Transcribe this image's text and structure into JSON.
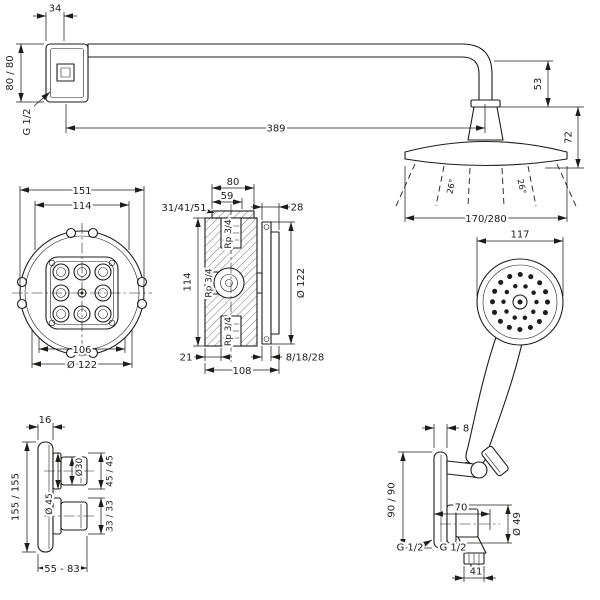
{
  "page": {
    "title": "Shower set dimension drawing",
    "background": "#ffffff",
    "line_color": "#1d1d1b"
  },
  "dimensions": {
    "arm": {
      "socket_width": "34",
      "plate": "80 / 80",
      "thread": "G 1/2",
      "projection": "389"
    },
    "head": {
      "drop": "53",
      "height": "72",
      "spray_angle_left": "26°",
      "spray_angle_right": "26°",
      "diameter": "170/280"
    },
    "ibox": {
      "outer_width": "151",
      "inner_width": "114",
      "cutout_width": "106",
      "diameter": "Ø 122"
    },
    "valve": {
      "width_top": "80",
      "port_width": "59",
      "install_depth": "31/41/51",
      "flange_offset": "28",
      "thread_top": "Rp 3/4",
      "thread_side": "Rp 3/4",
      "thread_bottom": "Rp 3/4",
      "port_distance": "114",
      "flange_diameter": "Ø 122",
      "offset_bottom": "21",
      "trim_depth": "8/18/28",
      "width_total": "108"
    },
    "handshower": {
      "width": "117"
    },
    "thermostat": {
      "plate_depth": "16",
      "height": "155 / 155",
      "knob_diameter": "Ø30",
      "hub_diameter": "Ø 45",
      "knob_depth_top": "45 / 45",
      "knob_depth_bottom": "33 / 33",
      "depth_range": "55 - 83"
    },
    "outlet": {
      "plate_depth": "8",
      "height": "90 / 90",
      "reach": "70",
      "escutcheon_diameter": "Ø 49",
      "thread_wall": "G 1/2",
      "thread_hose": "G 1/2",
      "nut_width": "41"
    }
  }
}
